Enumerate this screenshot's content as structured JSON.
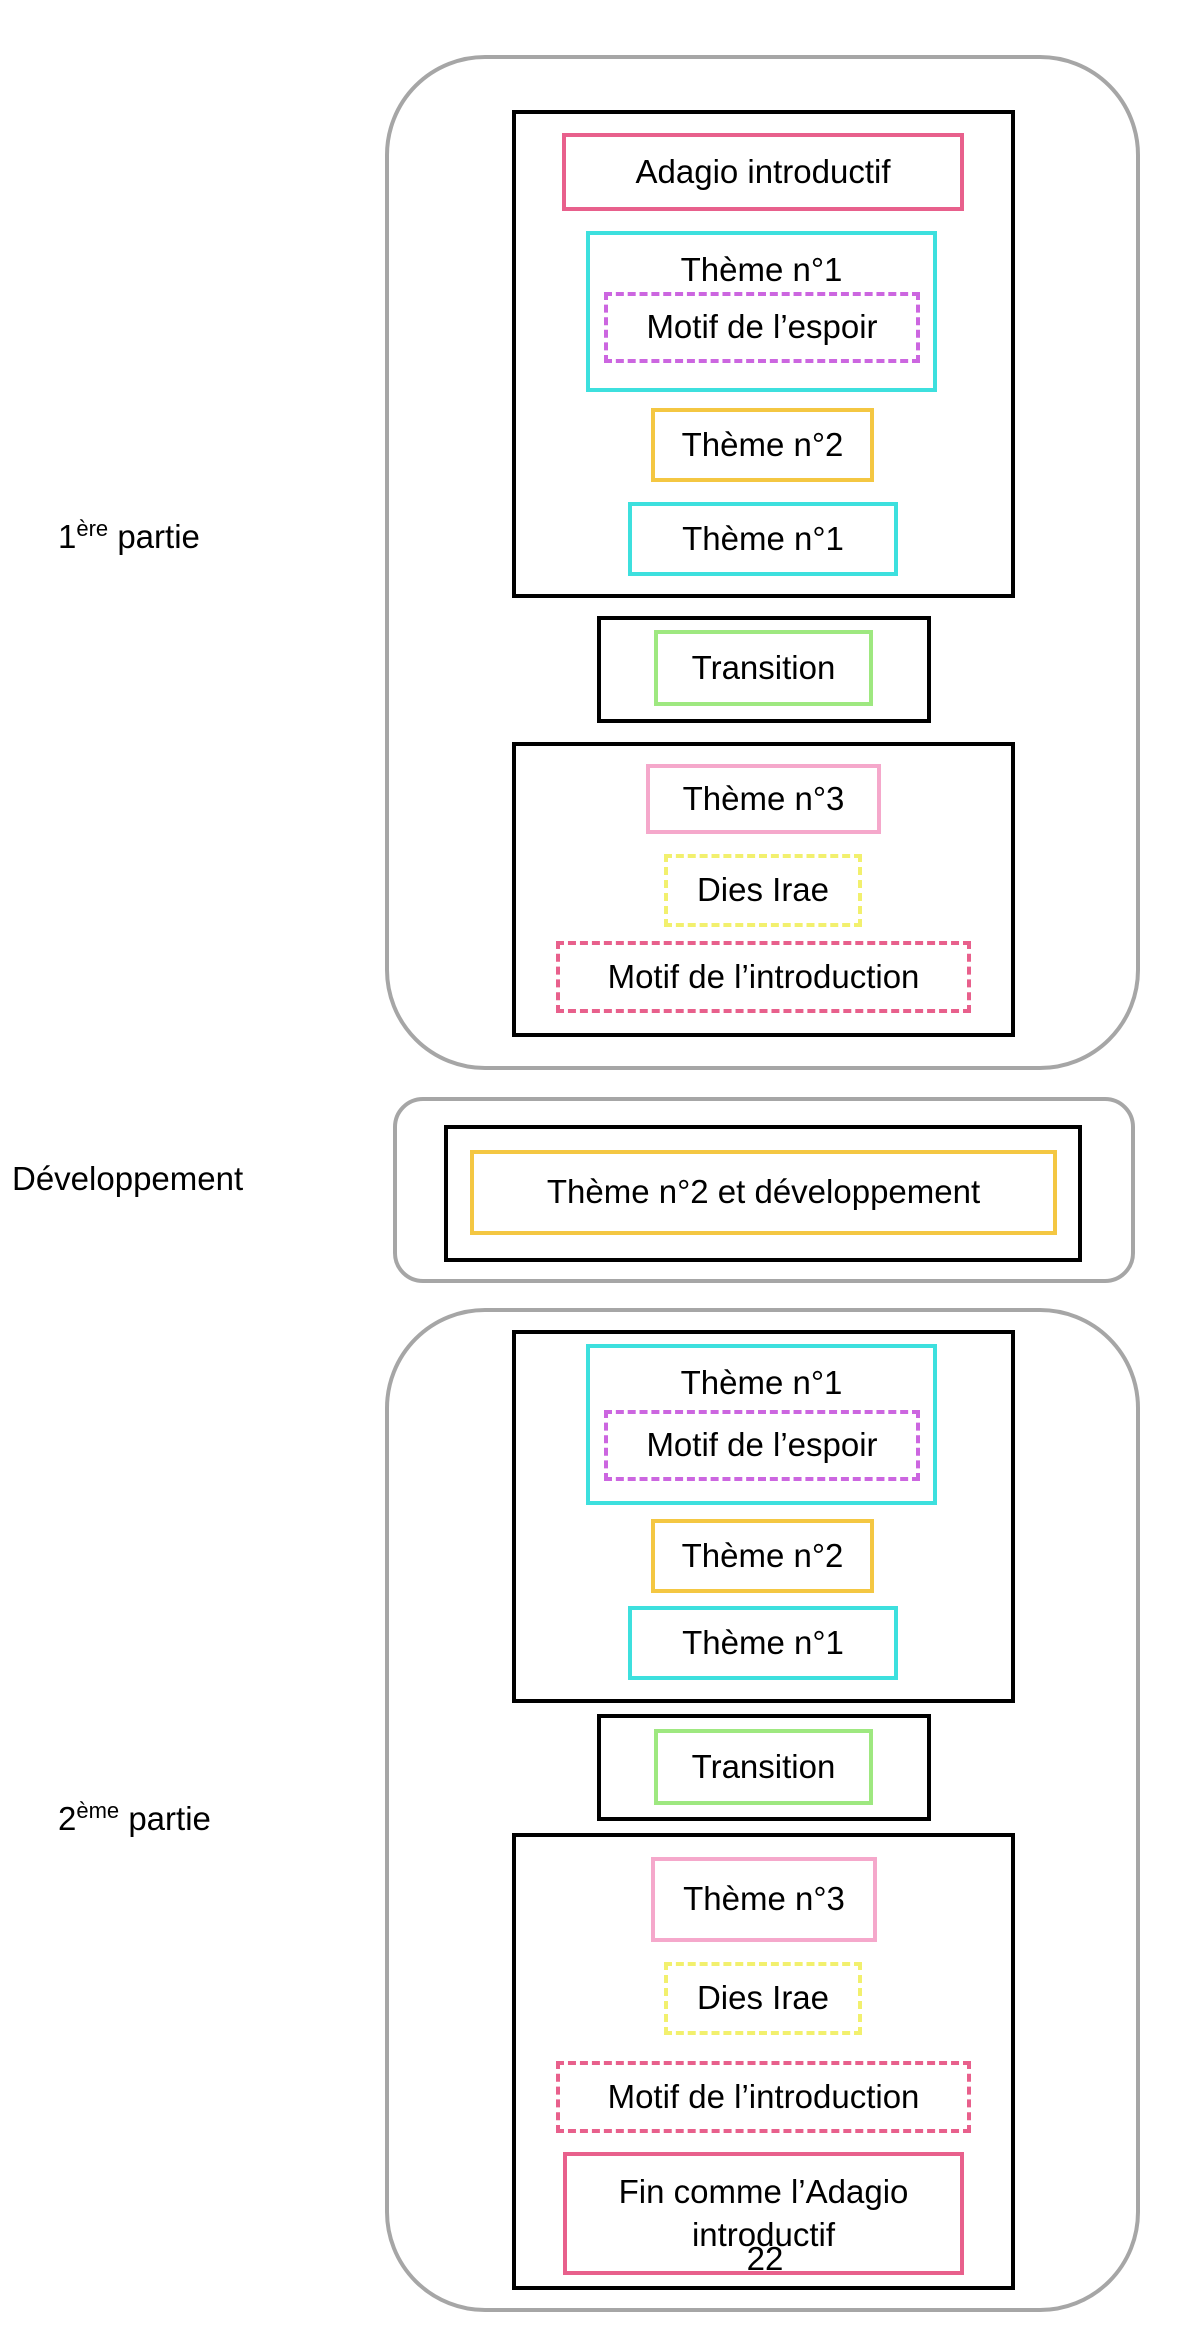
{
  "sections": {
    "part1": {
      "label_main": "1",
      "label_sup": "ère",
      "label_rest": " partie"
    },
    "development": {
      "label": "Développement"
    },
    "part2": {
      "label_main": "2",
      "label_sup": "ème",
      "label_rest": " partie"
    }
  },
  "part1": {
    "adagio": "Adagio introductif",
    "block1": {
      "theme1_title": "Thème n°1",
      "motif_espoir": "Motif de l’espoir",
      "theme2": "Thème n°2",
      "theme1_return": "Thème n°1"
    },
    "transition": "Transition",
    "block2": {
      "theme3": "Thème n°3",
      "dies_irae": "Dies Irae",
      "motif_intro": "Motif de l’introduction"
    }
  },
  "development": {
    "theme2_dev": "Thème n°2 et développement"
  },
  "part2": {
    "block1": {
      "theme1_title": "Thème n°1",
      "motif_espoir": "Motif de l’espoir",
      "theme2": "Thème n°2",
      "theme1_return": "Thème n°1"
    },
    "transition": "Transition",
    "block2": {
      "theme3": "Thème n°3",
      "dies_irae": "Dies Irae",
      "motif_intro": "Motif de l’introduction",
      "fin_line1": "Fin comme l’Adagio",
      "fin_line2": "introductif"
    }
  },
  "page_number": "22",
  "colors": {
    "group_border": "#a6a6a6",
    "adagio": "#e8608c",
    "theme1": "#3de0de",
    "motif_espoir": "#cc66e0",
    "theme2": "#f4c742",
    "transition": "#9ee880",
    "theme3": "#f5a8cb",
    "dies_irae": "#f2f06e",
    "motif_intro": "#e8608c"
  }
}
